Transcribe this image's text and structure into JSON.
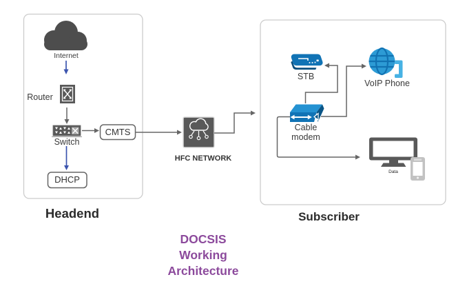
{
  "headend": {
    "label": "Headend",
    "internet_label": "Internet",
    "router_label": "Router",
    "switch_label": "Switch",
    "cmts_label": "CMTS",
    "dhcp_label": "DHCP"
  },
  "hfc": {
    "label": "HFC NETWORK"
  },
  "subscriber": {
    "label": "Subscriber",
    "stb_label": "STB",
    "voip_label": "VoIP Phone",
    "cable_modem_label": "Cable modem",
    "data_label": "Data"
  },
  "title": {
    "line1": "DOCSIS",
    "line2": "Working",
    "line3": "Architecture"
  },
  "icons": {
    "internet": "cloud-icon",
    "router": "router-crossed-arrows-icon",
    "switch": "workgroup-switch-icon",
    "hfc_network": "cloud-network-icon",
    "stb": "set-top-box-icon",
    "voip": "globe-and-phone-handset-icon",
    "cable_modem": "modem-3d-box-icon",
    "data": "monitor-and-smartphone-icon"
  },
  "edges": [
    {
      "from": "Internet",
      "to": "Router",
      "color": "blue"
    },
    {
      "from": "Router",
      "to": "Switch",
      "color": "gray"
    },
    {
      "from": "Switch",
      "to": "CMTS",
      "color": "gray"
    },
    {
      "from": "Switch",
      "to": "DHCP",
      "color": "blue"
    },
    {
      "from": "CMTS",
      "to": "HFC NETWORK",
      "color": "gray"
    },
    {
      "from": "HFC NETWORK",
      "to": "Subscriber",
      "color": "gray"
    },
    {
      "from": "Cable modem",
      "to": "STB",
      "color": "gray"
    },
    {
      "from": "Cable modem",
      "to": "VoIP Phone",
      "color": "gray"
    },
    {
      "from": "Cable modem",
      "to": "Data",
      "color": "gray"
    }
  ],
  "colors": {
    "device_blue": "#1173b5",
    "device_blue_dark": "#0a5586",
    "device_blue_top": "#2492d2",
    "globe_blue": "#2d9bd5",
    "handset_blue": "#47b2e4",
    "dark_gray": "#595959",
    "cloud_gray": "#4d4d4d",
    "connector_gray": "#666666",
    "arrow_blue": "#3b54ae",
    "container_border": "#cccccc",
    "title_purple": "#8c4a9c"
  }
}
